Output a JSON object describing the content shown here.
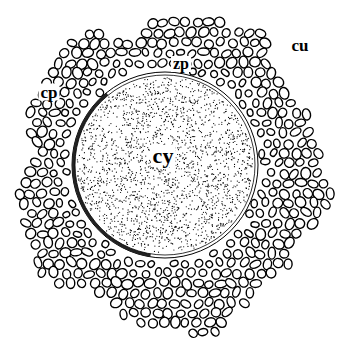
{
  "diagram": {
    "labels": [
      "cu",
      "zp",
      "cp",
      "cy"
    ]
  }
}
